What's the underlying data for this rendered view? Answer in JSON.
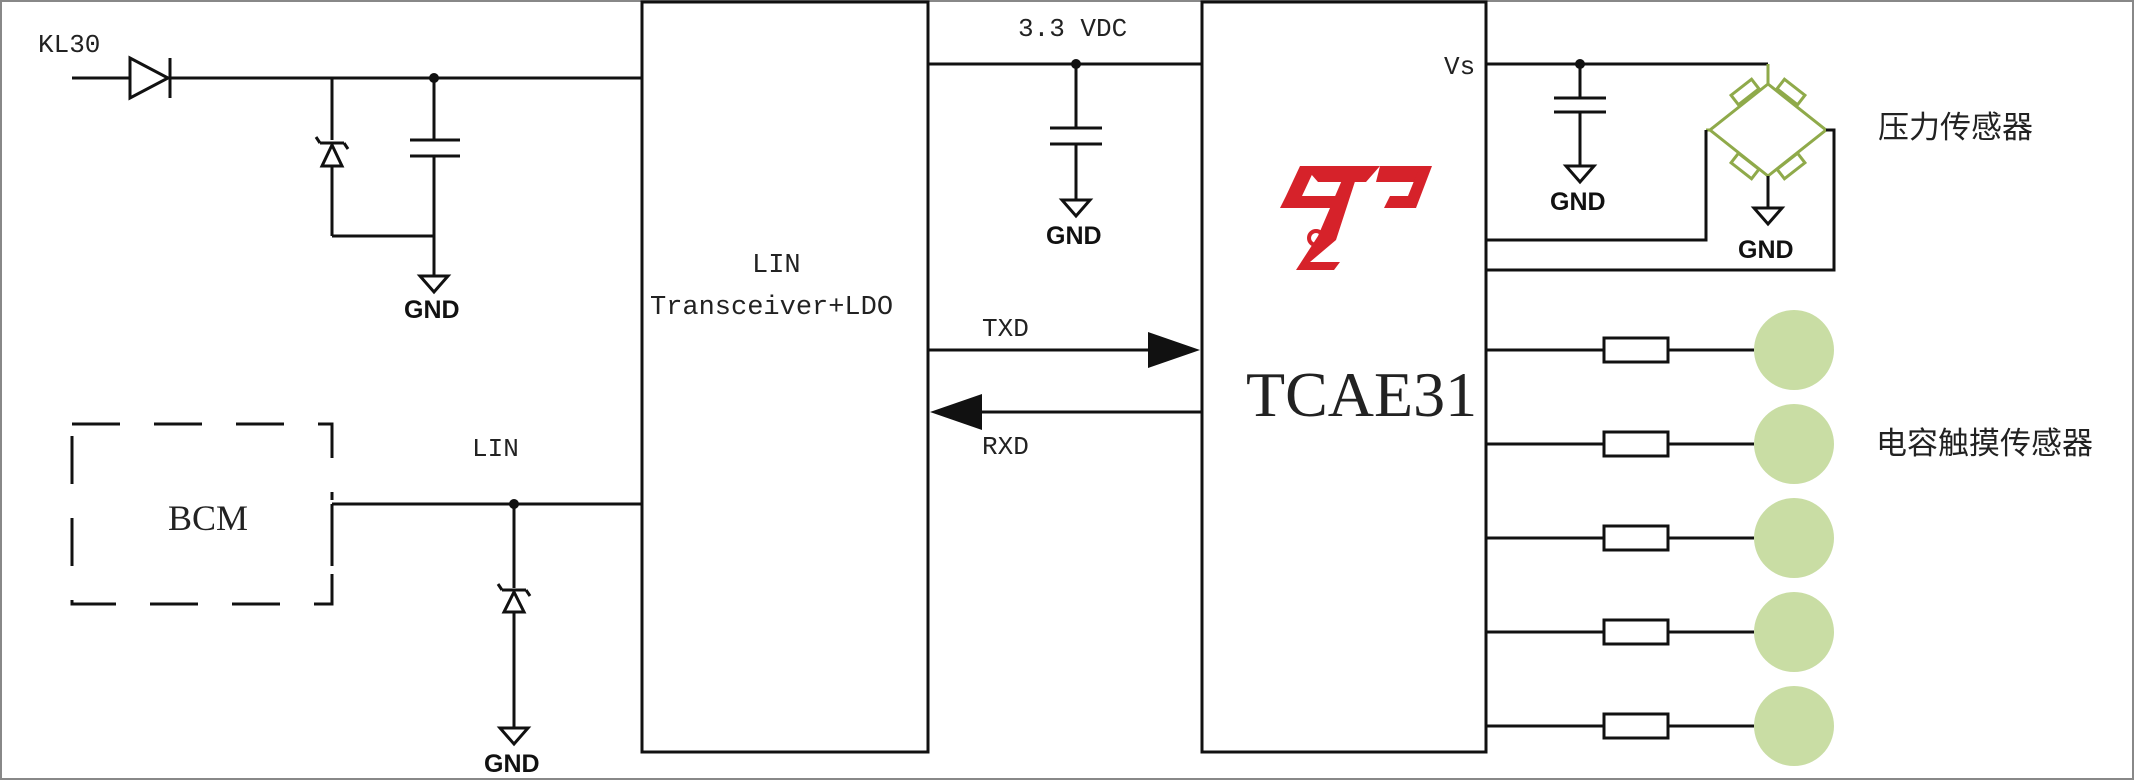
{
  "labels": {
    "kl30": "KL30",
    "vdc": "3.3 VDC",
    "vs": "Vs",
    "txd": "TXD",
    "rxd": "RXD",
    "lin": "LIN",
    "bcm": "BCM",
    "ic_left_line1": "LIN",
    "ic_left_line2": "Transceiver+LDO",
    "ic_main": "TCAE31",
    "pressure_sensor": "压力传感器",
    "touch_sensor": "电容触摸传感器",
    "gnd": "GND"
  },
  "colors": {
    "line": "#111111",
    "logo_red": "#d6222a",
    "bridge_green": "#8faa4a",
    "pad_green": "#c9dda4"
  },
  "touch_pad_count": 5
}
